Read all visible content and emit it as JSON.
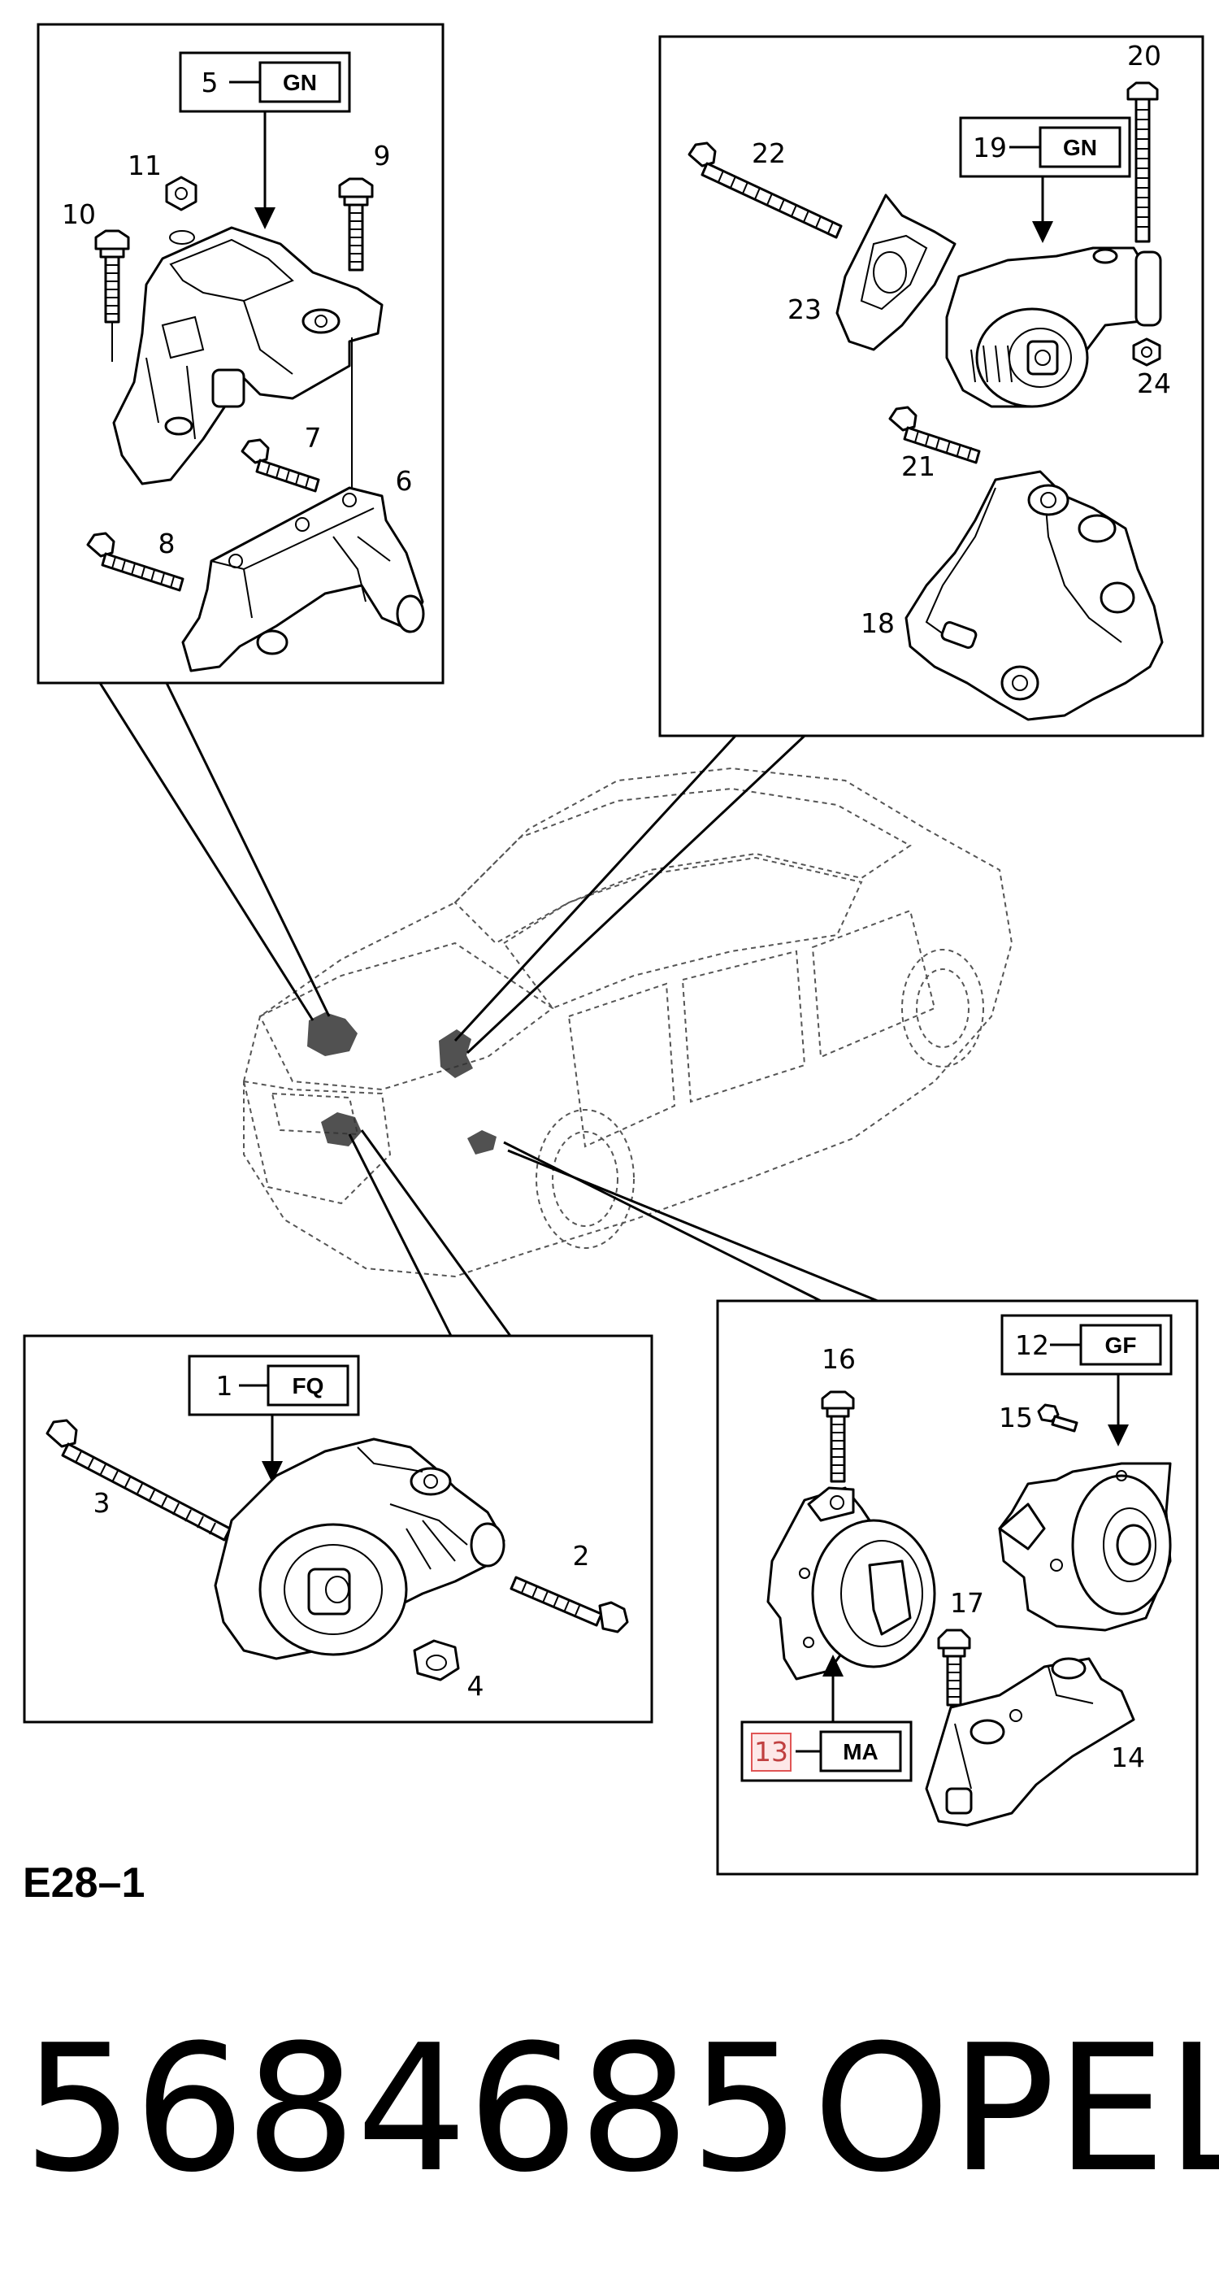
{
  "sheet_code": "E28–1",
  "part_number": "5684685",
  "brand": "OPEL",
  "highlighted_callout": "13",
  "highlight_color": "#e05555",
  "panels": {
    "top_left": {
      "callouts": {
        "c5": "5",
        "c11": "11",
        "c9": "9",
        "c10": "10",
        "c7": "7",
        "c6": "6",
        "c8": "8"
      },
      "codes": {
        "k5": "GN"
      }
    },
    "top_right": {
      "callouts": {
        "c20": "20",
        "c22": "22",
        "c19": "19",
        "c23": "23",
        "c24": "24",
        "c21": "21",
        "c18": "18"
      },
      "codes": {
        "k19": "GN"
      }
    },
    "bottom_left": {
      "callouts": {
        "c1": "1",
        "c3": "3",
        "c2": "2",
        "c4": "4"
      },
      "codes": {
        "k1": "FQ"
      }
    },
    "bottom_right": {
      "callouts": {
        "c16": "16",
        "c12": "12",
        "c15": "15",
        "c17": "17",
        "c13": "13",
        "c14": "14"
      },
      "codes": {
        "k12": "GF",
        "k13": "MA"
      }
    }
  }
}
